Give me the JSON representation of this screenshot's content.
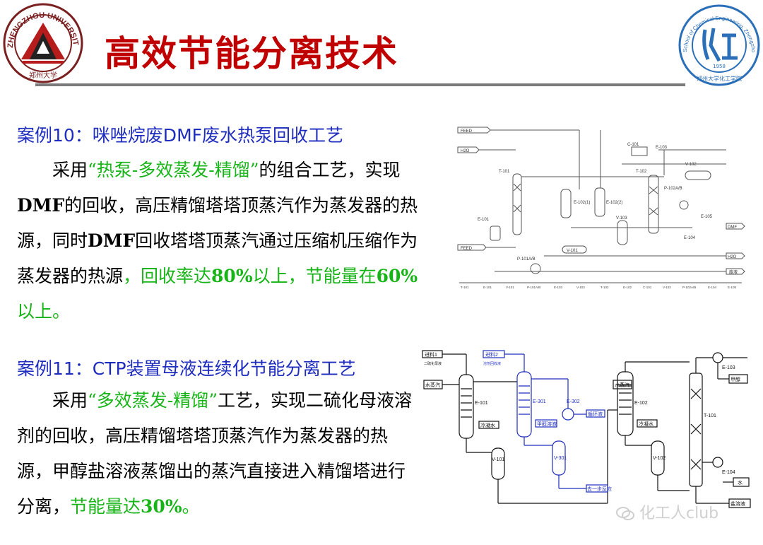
{
  "header": {
    "title": "高效节能分离技术",
    "left_logo_text": "ZHENGZHOU UNIVERSITY",
    "left_logo_bottom": "郑州大学",
    "right_logo_text": "School of Chemical Engineering, Zhengzhou University",
    "right_logo_year": "1958",
    "right_logo_bottom": "郑州大学化工学院"
  },
  "case10": {
    "heading": "案例10：咪唑烷废DMF废水热泵回收工艺",
    "p1": "采用",
    "p2": "“热泵-多效蒸发-精馏”",
    "p3": "的组合工艺，实现",
    "p4": "DMF",
    "p5": "的回收，高压精馏塔塔顶蒸汽作为蒸发器的热源，同时",
    "p6": "DMF",
    "p7": "回收塔塔顶蒸汽通过压缩机压缩作为蒸发器的热源",
    "p8": "，回收率达",
    "p9": "80%",
    "p10": "以上，节能量在",
    "p11": "60%",
    "p12": "以上。"
  },
  "diagram1": {
    "labels": [
      "FEED",
      "H2O",
      "FEED",
      "T-101",
      "E-101",
      "P-101A/B",
      "E-102(1)",
      "E-102(2)",
      "V-101",
      "V-103",
      "C-101",
      "E-103",
      "T-102",
      "V-102",
      "P-102A/B",
      "E-105",
      "E-104",
      "DMF",
      "H2O",
      "废液"
    ],
    "legend": [
      "T-101",
      "E-101",
      "V-101",
      "P-101A/B",
      "E-103",
      "V-103",
      "T-102",
      "E-102",
      "C-101",
      "V-102",
      "P-102A/B",
      "E-104",
      "E-105"
    ]
  },
  "case11": {
    "heading": "案例11：CTP装置母液连续化节能分离工艺",
    "p1": "采用",
    "p2": "“多效蒸发-精馏”",
    "p3": "工艺，实现二硫化母液溶剂的回收，高压精馏塔塔顶蒸汽作为蒸发器的热源，甲醇盐溶液蒸馏出的蒸汽直接进入精馏塔进行分离，",
    "p4": "节能量达",
    "p5": "30%",
    "p6": "。"
  },
  "diagram2": {
    "labels": [
      "进料1",
      "二硫化母液",
      "进料2",
      "溶剂回收液",
      "水蒸汽",
      "E-101",
      "冷凝水",
      "V-101",
      "E-301",
      "甲醇溶液",
      "V-301",
      "E-302",
      "循环液",
      "去一步反应",
      "水蒸汽",
      "E-102",
      "冷凝水",
      "V-102",
      "T-101",
      "E-103",
      "甲醇",
      "E-104",
      "水",
      "盐溶液"
    ]
  },
  "watermark": {
    "text": "化工人club"
  },
  "colors": {
    "title": "#c00000",
    "heading": "#1f2dbf",
    "highlight": "#17b417",
    "rule": "#7b7b7b"
  }
}
